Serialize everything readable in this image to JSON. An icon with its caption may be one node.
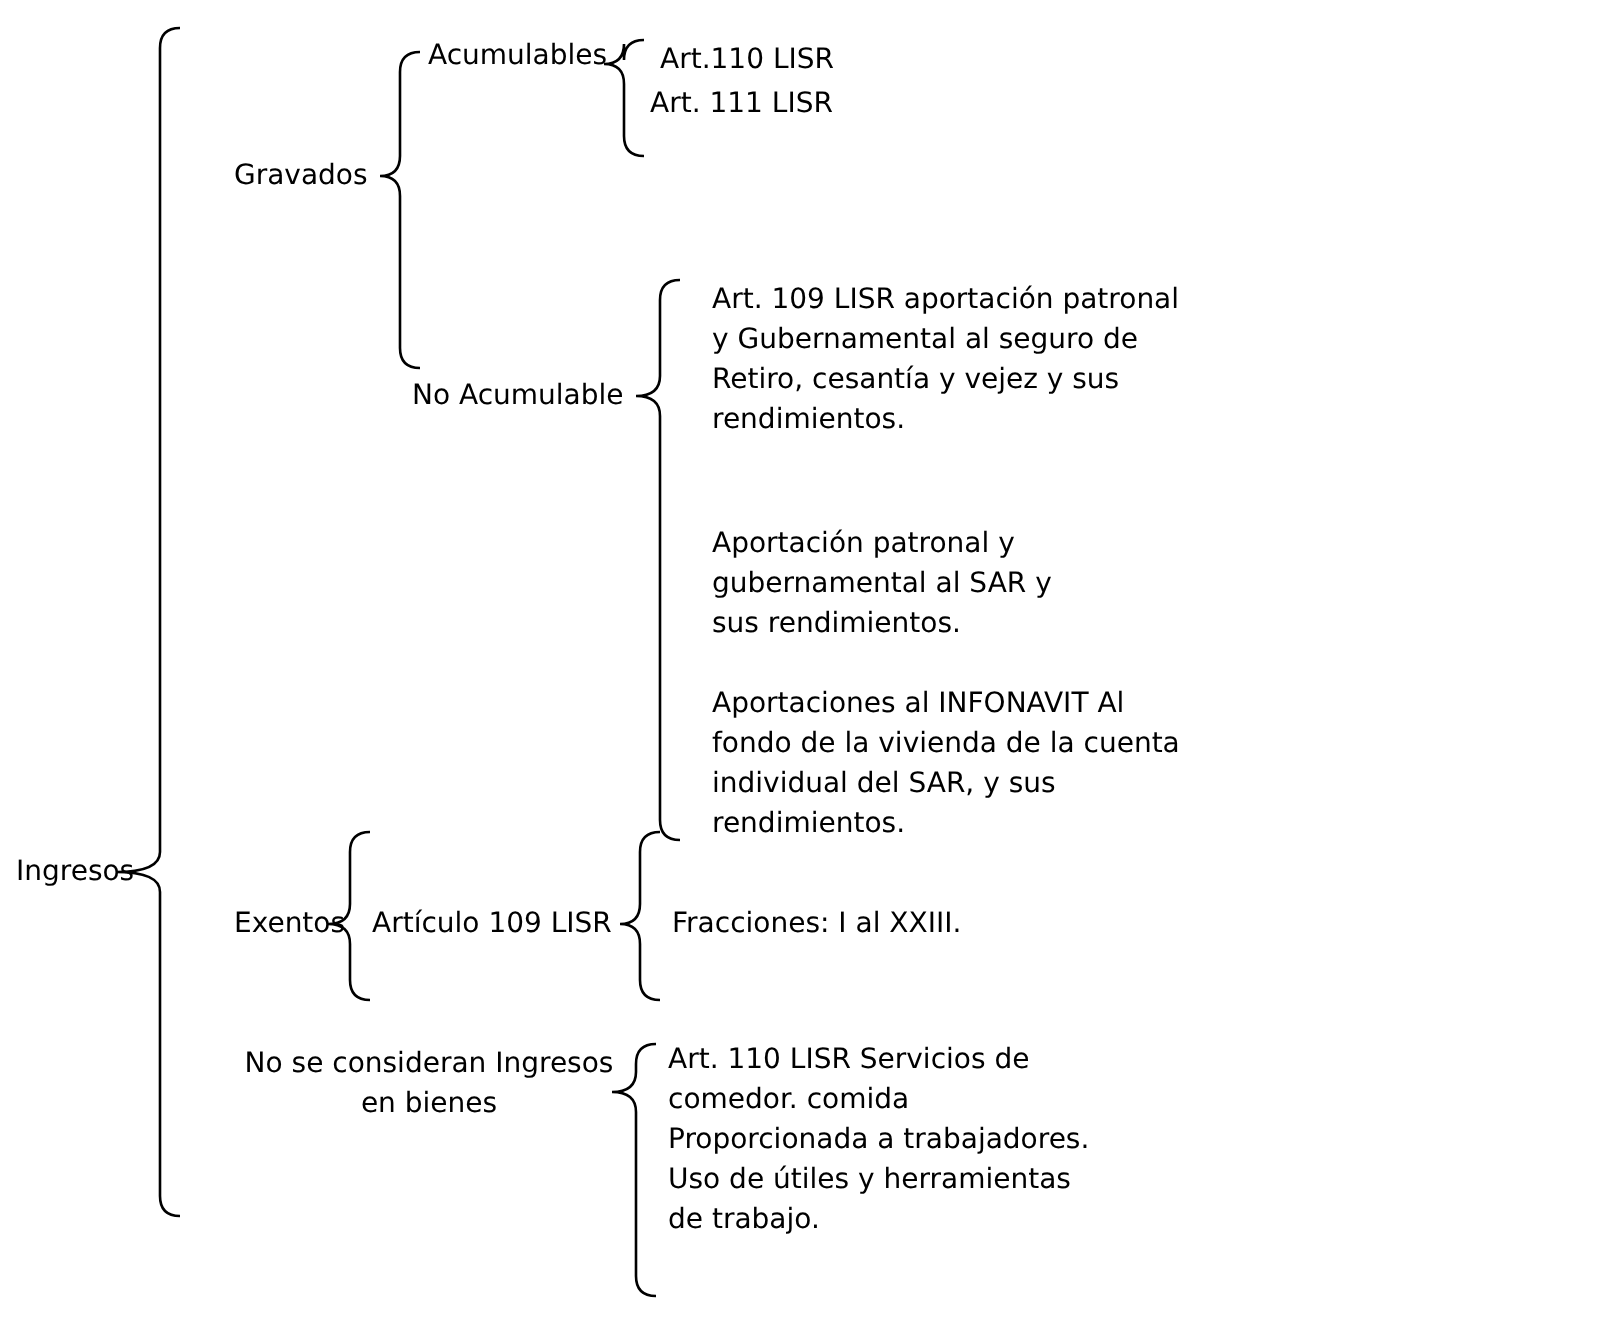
{
  "diagram": {
    "labels": [
      "Acumulables",
      "Art.110 LISR",
      "Art. 111 LISR",
      "Gravados",
      "Art. 109 LISR aportación patronal y Gubernamental al seguro de Retiro, cesantía y vejez y sus rendimientos.",
      "No Acumulable",
      "Aportación patronal y gubernamental al SAR y sus rendimientos.",
      "Aportaciones al INFONAVIT Al fondo de la vivienda de la cuenta individual del SAR, y sus rendimientos.",
      "Ingresos",
      "Exentos",
      "Artículo 109 LISR",
      "Fracciones: I al XXIII.",
      "No se consideran Ingresos en bienes",
      "Art. 110 LISR Servicios de comedor. comida Proporcionada a trabajadores. Uso de útiles y herramientas de trabajo."
    ]
  }
}
